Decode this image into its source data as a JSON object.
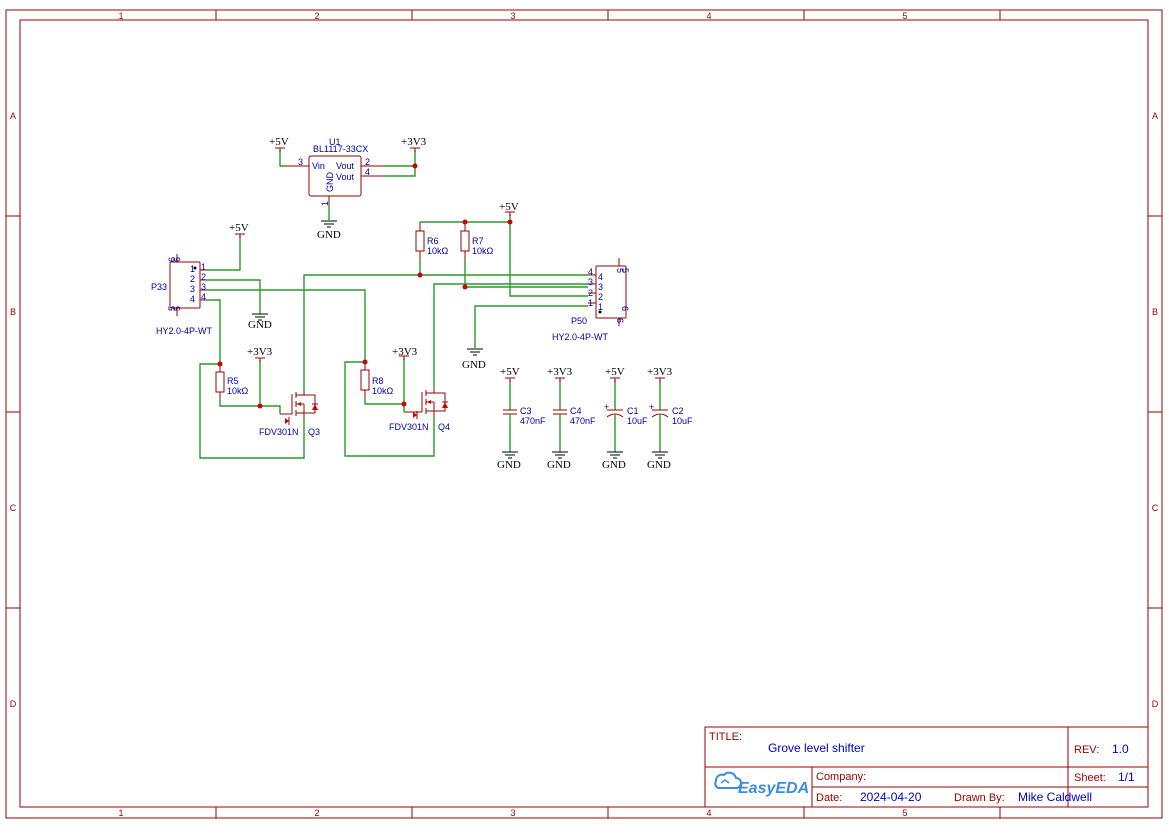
{
  "frame": {
    "columns": [
      "1",
      "2",
      "3",
      "4",
      "5"
    ],
    "rows": [
      "A",
      "B",
      "C",
      "D"
    ],
    "border_color": "#990000",
    "wire_color": "#2a9a2a",
    "label_color": "#0000aa"
  },
  "power_labels": {
    "u1_in": "+5V",
    "u1_out": "+3V3",
    "u1_gnd": "GND",
    "p33_5v": "+5V",
    "p33_gnd": "GND",
    "top_5v": "+5V",
    "p50_gnd": "GND",
    "q3_3v3": "+3V3",
    "q4_3v3": "+3V3",
    "c3_top": "+5V",
    "c3_bot": "GND",
    "c4_top": "+3V3",
    "c4_bot": "GND",
    "c1_top": "+5V",
    "c1_bot": "GND",
    "c2_top": "+3V3",
    "c2_bot": "GND"
  },
  "components": {
    "u1": {
      "ref": "U1",
      "value": "BL1117-33CX",
      "pin_vin": "Vin",
      "pin_gnd": "GND",
      "pin_vout1": "Vout",
      "pin_vout2": "Vout",
      "n3": "3",
      "n2": "2",
      "n4": "4",
      "n1": "1"
    },
    "p33": {
      "ref": "P33",
      "value": "HY2.0-4P-WT",
      "n1": "1",
      "n2": "2",
      "n3": "3",
      "n4": "4",
      "n5a": "5",
      "n5b": "5",
      "n6a": "6",
      "n6b": "6",
      "p1": "1",
      "p2": "2",
      "p3": "3",
      "p4": "4"
    },
    "p50": {
      "ref": "P50",
      "value": "HY2.0-4P-WT",
      "n1": "1",
      "n2": "2",
      "n3": "3",
      "n4": "4",
      "n5a": "5",
      "n5b": "5",
      "n6a": "6",
      "n6b": "6",
      "p1": "1",
      "p2": "2",
      "p3": "3",
      "p4": "4"
    },
    "r5": {
      "ref": "R5",
      "value": "10kΩ"
    },
    "r6": {
      "ref": "R6",
      "value": "10kΩ"
    },
    "r7": {
      "ref": "R7",
      "value": "10kΩ"
    },
    "r8": {
      "ref": "R8",
      "value": "10kΩ"
    },
    "q3": {
      "ref": "Q3",
      "value": "FDV301N"
    },
    "q4": {
      "ref": "Q4",
      "value": "FDV301N"
    },
    "c3": {
      "ref": "C3",
      "value": "470nF"
    },
    "c4": {
      "ref": "C4",
      "value": "470nF"
    },
    "c1": {
      "ref": "C1",
      "value": "10uF",
      "plus": "+"
    },
    "c2": {
      "ref": "C2",
      "value": "10uF",
      "plus": "+"
    }
  },
  "title_block": {
    "title_label": "TITLE:",
    "title": "Grove level shifter",
    "rev_label": "REV:",
    "rev": "1.0",
    "company_label": "Company:",
    "sheet_label": "Sheet:",
    "sheet": "1/1",
    "date_label": "Date:",
    "date": "2024-04-20",
    "drawn_label": "Drawn By:",
    "drawn_by": "Mike Caldwell",
    "logo_text": "EasyEDA"
  }
}
